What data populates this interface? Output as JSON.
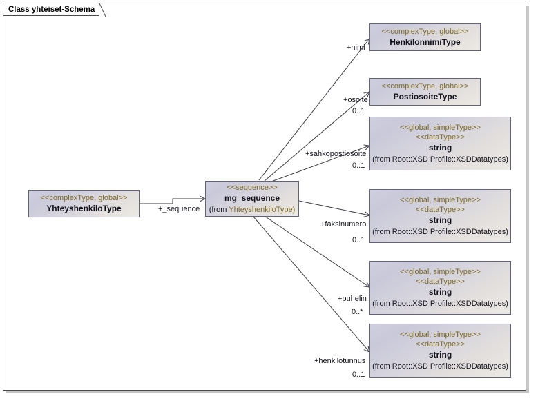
{
  "frame": {
    "title": "Class yhteiset-Schema",
    "border_color": "#4a4a4a",
    "shadow_color": "#c6c6c6",
    "background": "#ffffff"
  },
  "theme": {
    "class_border": "#62627a",
    "class_fill_top": "#cfcfdf",
    "class_fill_bottom": "#eceae4",
    "stereotype_color": "#7c6a24",
    "name_color": "#12121c",
    "connector_color": "#3b3b46"
  },
  "classes": [
    {
      "id": "yhteyshenkilotype",
      "stereotype": "<<complexType, global>>",
      "name": "YhteyshenkiloType",
      "from": "",
      "from_prefix": "",
      "from_pkg": ""
    },
    {
      "id": "mg-sequence",
      "stereotype": "<<sequence>>",
      "name": "mg_sequence",
      "from": "(from YhteyshenkiloType)",
      "from_prefix": "(from ",
      "from_pkg": "YhteyshenkiloType)"
    },
    {
      "id": "henkilonnimitype",
      "stereotype": "<<complexType, global>>",
      "name": "HenkilonnimiType",
      "from": "",
      "from_prefix": "",
      "from_pkg": ""
    },
    {
      "id": "postiosoitetype",
      "stereotype": "<<complexType, global>>",
      "name": "PostiosoiteType",
      "from": "",
      "from_prefix": "",
      "from_pkg": ""
    },
    {
      "id": "string-sahkopostiosoite",
      "stereotype": "<<global, simpleType>>",
      "stereotype2": "<<dataType>>",
      "name": "string",
      "from": "(from Root::XSD Profile::XSDDatatypes)"
    },
    {
      "id": "string-faksinumero",
      "stereotype": "<<global, simpleType>>",
      "stereotype2": "<<dataType>>",
      "name": "string",
      "from": "(from Root::XSD Profile::XSDDatatypes)"
    },
    {
      "id": "string-puhelin",
      "stereotype": "<<global, simpleType>>",
      "stereotype2": "<<dataType>>",
      "name": "string",
      "from": "(from Root::XSD Profile::XSDDatatypes)"
    },
    {
      "id": "string-henkilotunnus",
      "stereotype": "<<global, simpleType>>",
      "stereotype2": "<<dataType>>",
      "name": "string",
      "from": "(from Root::XSD Profile::XSDDatatypes)"
    }
  ],
  "edges": [
    {
      "id": "edge-sequence",
      "source": "yhteyshenkilotype",
      "target": "mg-sequence",
      "role": "+_sequence",
      "multiplicity": ""
    },
    {
      "id": "edge-nimi",
      "source": "mg-sequence",
      "target": "henkilonnimitype",
      "role": "+nimi",
      "multiplicity": ""
    },
    {
      "id": "edge-osoite",
      "source": "mg-sequence",
      "target": "postiosoitetype",
      "role": "+osoite",
      "multiplicity": "0..1"
    },
    {
      "id": "edge-sahkopostiosoite",
      "source": "mg-sequence",
      "target": "string-sahkopostiosoite",
      "role": "+sahkopostiosoite",
      "multiplicity": "0..1"
    },
    {
      "id": "edge-faksinumero",
      "source": "mg-sequence",
      "target": "string-faksinumero",
      "role": "+faksinumero",
      "multiplicity": "0..1"
    },
    {
      "id": "edge-puhelin",
      "source": "mg-sequence",
      "target": "string-puhelin",
      "role": "+puhelin",
      "multiplicity": "0..*"
    },
    {
      "id": "edge-henkilotunnus",
      "source": "mg-sequence",
      "target": "string-henkilotunnus",
      "role": "+henkilotunnus",
      "multiplicity": "0..1"
    }
  ]
}
